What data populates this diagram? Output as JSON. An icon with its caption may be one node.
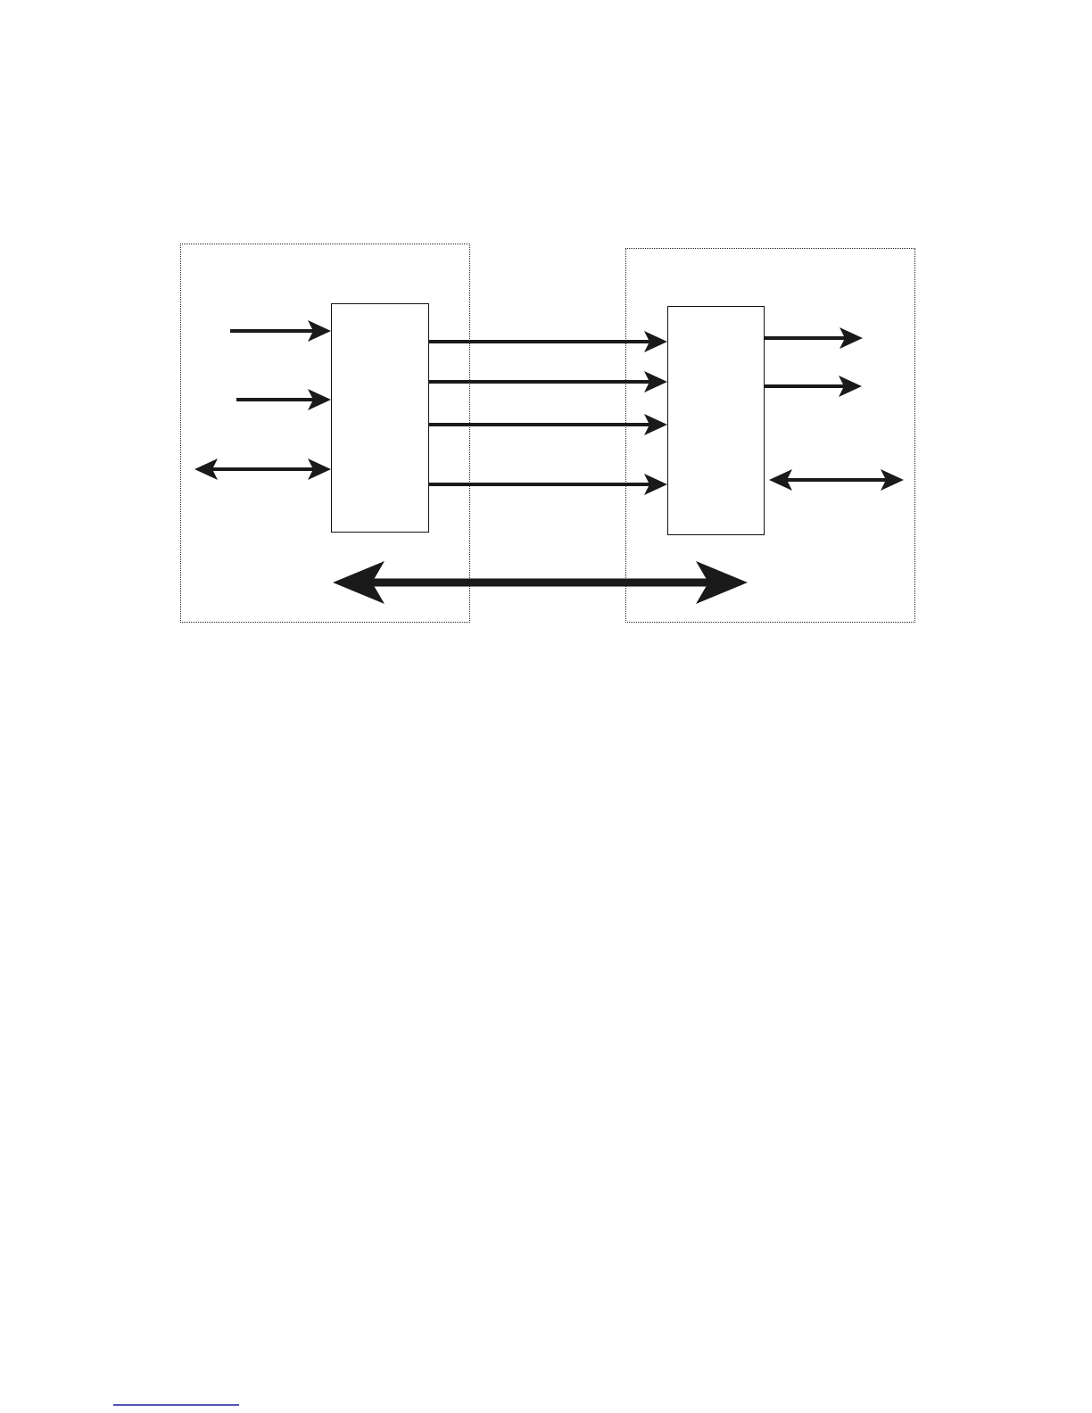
{
  "diagram": {
    "nodes": [
      {
        "text": [],
        "shape": "box"
      },
      {
        "text": [],
        "shape": "box",
        "in": 0
      },
      {
        "text": [],
        "shape": "box"
      },
      {
        "text": [],
        "shape": "box",
        "in": 2
      }
    ],
    "edges": [
      {
        "from": null,
        "to": 1,
        "arrow": "to"
      },
      {
        "from": null,
        "to": 1,
        "arrow": "to"
      },
      {
        "from": null,
        "to": 1,
        "arrow": "both"
      },
      {
        "from": 1,
        "to": 3,
        "arrow": "to"
      },
      {
        "from": 1,
        "to": 3,
        "arrow": "to"
      },
      {
        "from": 1,
        "to": 3,
        "arrow": "to"
      },
      {
        "from": 1,
        "to": 3,
        "arrow": "to"
      },
      {
        "from": 3,
        "to": null,
        "arrow": "to"
      },
      {
        "from": 3,
        "to": null,
        "arrow": "to"
      },
      {
        "from": 3,
        "to": null,
        "arrow": "both"
      },
      {
        "from": 0,
        "to": 2,
        "arrow": "both",
        "style": "thick"
      }
    ]
  }
}
